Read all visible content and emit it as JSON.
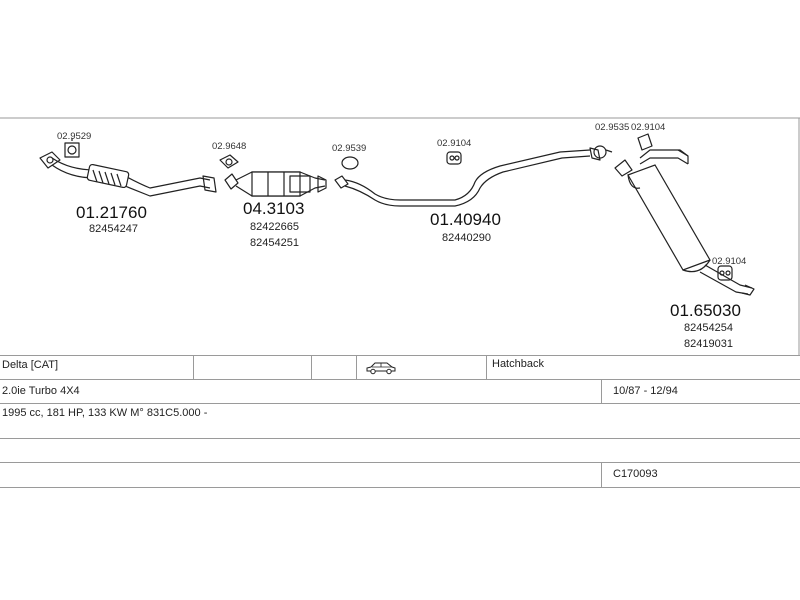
{
  "parts": {
    "front_pipe": {
      "number": "01.21760",
      "oem": [
        "82454247"
      ]
    },
    "catalyst": {
      "number": "04.3103",
      "oem": [
        "82422665",
        "82454251"
      ]
    },
    "middle_pipe": {
      "number": "01.40940",
      "oem": [
        "82440290"
      ]
    },
    "rear_silencer": {
      "number": "01.65030",
      "oem": [
        "82454254",
        "82419031"
      ]
    }
  },
  "accessories": {
    "gasket_front": "02.9529",
    "gasket_cat": "02.9648",
    "ring_mid": "02.9539",
    "hanger_mid": "02.9104",
    "clamp_rear": "02.9535",
    "hanger_rear_top": "02.9104",
    "hanger_rear_bottom": "02.9104"
  },
  "vehicle": {
    "model": "Delta  [CAT]",
    "body": "Hatchback",
    "engine": "2.0ie Turbo 4X4",
    "years": "10/87 - 12/94",
    "specs": "1995 cc, 181 HP, 133 KW M° 831C5.000 -",
    "code": "C170093"
  },
  "icons": {
    "body_icon": "car-hatchback-icon"
  }
}
